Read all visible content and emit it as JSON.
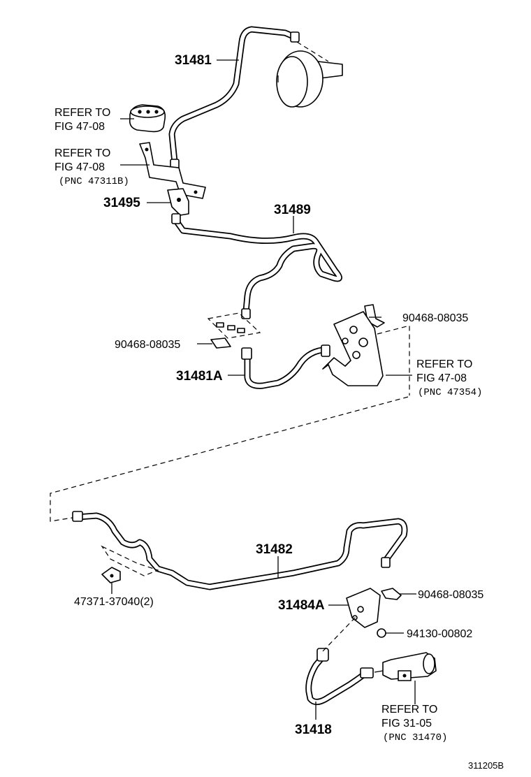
{
  "labels": {
    "p31481": "31481",
    "ref1_line1": "REFER TO",
    "ref1_line2": "FIG 47-08",
    "ref2_line1": "REFER TO",
    "ref2_line2": "FIG 47-08",
    "ref2_line3": "(PNC 47311B)",
    "p31495": "31495",
    "p31489": "31489",
    "p90468_a": "90468-08035",
    "p90468_b": "90468-08035",
    "p31481A": "31481A",
    "ref3_line1": "REFER TO",
    "ref3_line2": "FIG 47-08",
    "ref3_line3": "(PNC 47354)",
    "p31482": "31482",
    "p47371": "47371-37040(2)",
    "p31484A": "31484A",
    "p90468_c": "90468-08035",
    "p94130": "94130-00802",
    "p31418": "31418",
    "ref4_line1": "REFER TO",
    "ref4_line2": "FIG 31-05",
    "ref4_line3": "(PNC 31470)",
    "figure_code": "311205B"
  }
}
